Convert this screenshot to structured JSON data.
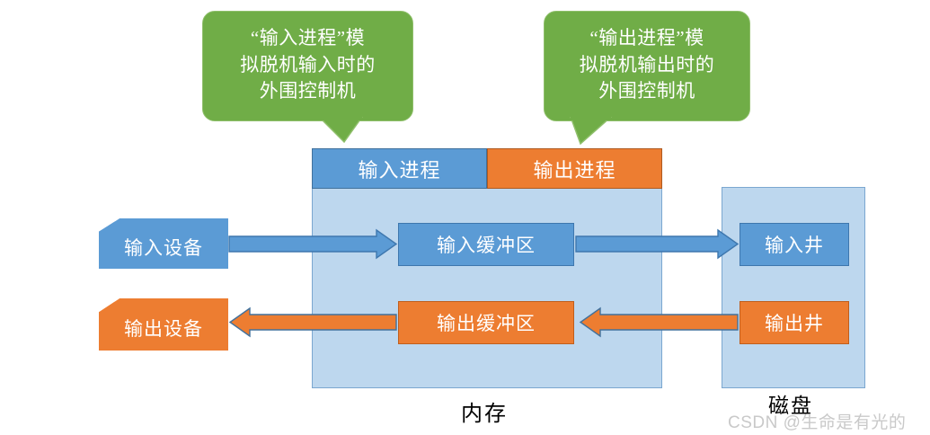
{
  "diagram": {
    "callouts": [
      {
        "id": "input-process-callout",
        "text": "“输入进程”模\n拟脱机输入时的\n外围控制机",
        "color": "#70AD47"
      },
      {
        "id": "output-process-callout",
        "text": "“输出进程”模\n拟脱机输出时的\n外围控制机",
        "color": "#70AD47"
      }
    ],
    "memory": {
      "caption": "内存",
      "processes": [
        {
          "id": "input-process",
          "label": "输入进程",
          "color": "#5B9BD5"
        },
        {
          "id": "output-process",
          "label": "输出进程",
          "color": "#ED7D31"
        }
      ],
      "buffers": [
        {
          "id": "input-buffer",
          "label": "输入缓冲区",
          "color": "#5B9BD5"
        },
        {
          "id": "output-buffer",
          "label": "输出缓冲区",
          "color": "#ED7D31"
        }
      ]
    },
    "disk": {
      "caption": "磁盘",
      "wells": [
        {
          "id": "input-well",
          "label": "输入井",
          "color": "#5B9BD5"
        },
        {
          "id": "output-well",
          "label": "输出井",
          "color": "#ED7D31"
        }
      ]
    },
    "devices": [
      {
        "id": "input-device",
        "label": "输入设备",
        "color": "#5B9BD5"
      },
      {
        "id": "output-device",
        "label": "输出设备",
        "color": "#ED7D31"
      }
    ],
    "flows": [
      {
        "id": "flow-device-to-buffer",
        "from": "输入设备",
        "to": "输入缓冲区",
        "direction": "right",
        "color": "#5B9BD5"
      },
      {
        "id": "flow-buffer-to-well",
        "from": "输入缓冲区",
        "to": "输入井",
        "direction": "right",
        "color": "#5B9BD5"
      },
      {
        "id": "flow-buffer-to-device",
        "from": "输出缓冲区",
        "to": "输出设备",
        "direction": "left",
        "color": "#ED7D31"
      },
      {
        "id": "flow-well-to-buffer",
        "from": "输出井",
        "to": "输出缓冲区",
        "direction": "left",
        "color": "#ED7D31"
      }
    ],
    "watermark": "CSDN @生命是有光的"
  }
}
